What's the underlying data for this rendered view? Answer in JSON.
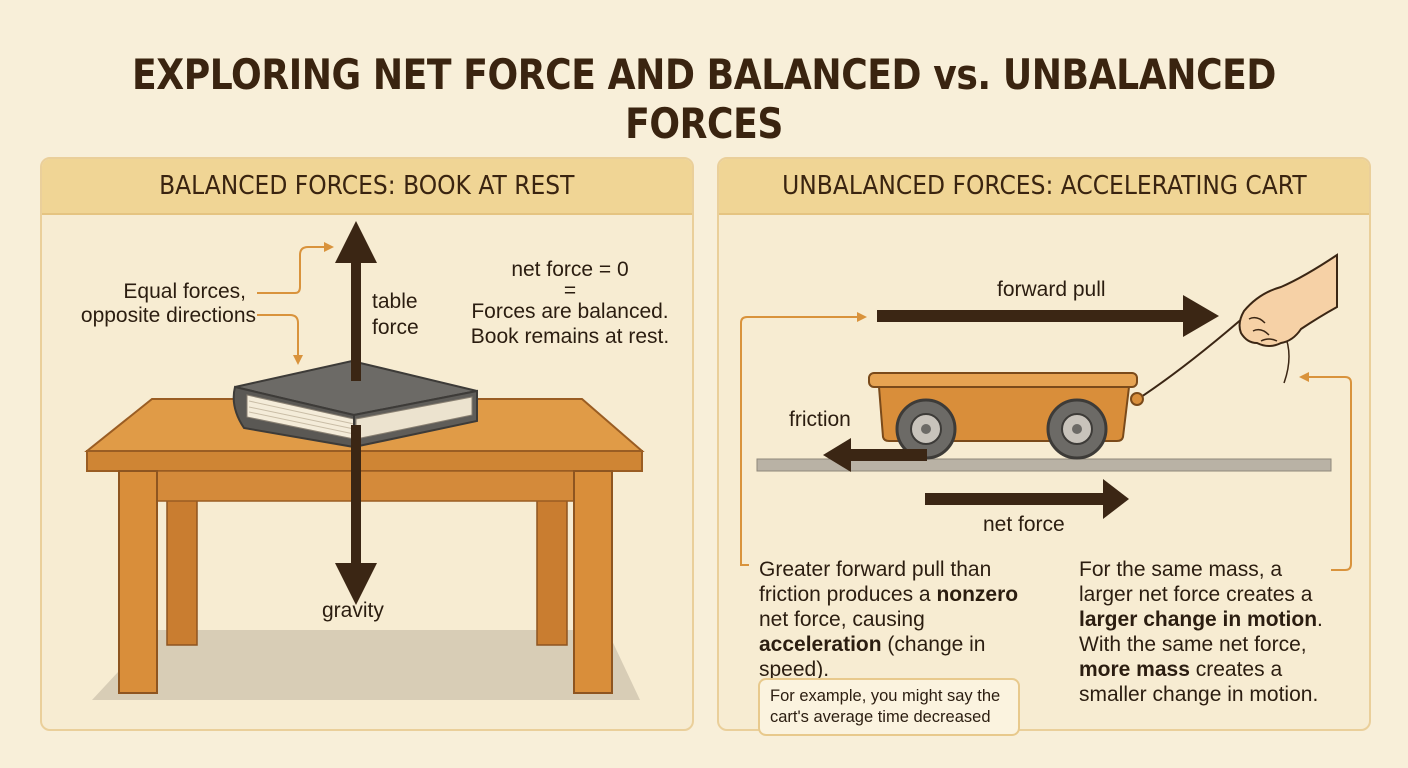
{
  "title": "EXPLORING NET FORCE AND BALANCED vs. UNBALANCED FORCES",
  "left_panel": {
    "header": "BALANCED FORCES: BOOK AT REST",
    "note_line1": "Equal forces,",
    "note_line2": "opposite directions",
    "table_force_line1": "table",
    "table_force_line2": "force",
    "gravity": "gravity",
    "equation_line1": "net force = 0",
    "equation_line2": "=",
    "equation_line3": "Forces are balanced.",
    "equation_line4": "Book remains at rest."
  },
  "right_panel": {
    "header": "UNBALANCED FORCES: ACCELERATING CART",
    "forward_pull": "forward pull",
    "friction": "friction",
    "net_force": "net force",
    "para1": {
      "t1": "Greater forward pull than friction produces a ",
      "b1": "nonzero",
      "t2": " net force, causing ",
      "b2": "acceleration",
      "t3": " (change in speed)."
    },
    "para2": {
      "t1": "For the same mass, a larger net force creates a ",
      "b1": "larger change in motion",
      "t2": ". With the same net force, ",
      "b2": "more mass",
      "t3": " creates a smaller change in motion."
    },
    "callout": "For example, you might say the cart's average time decreased"
  },
  "colors": {
    "background": "#f8efd9",
    "panel": "#f7ecd2",
    "header": "#f0d595",
    "arrow": "#3b2614",
    "accent_orange": "#d9933c",
    "table_wood": "#d98e3a",
    "book_cover": "#6c6a66"
  }
}
